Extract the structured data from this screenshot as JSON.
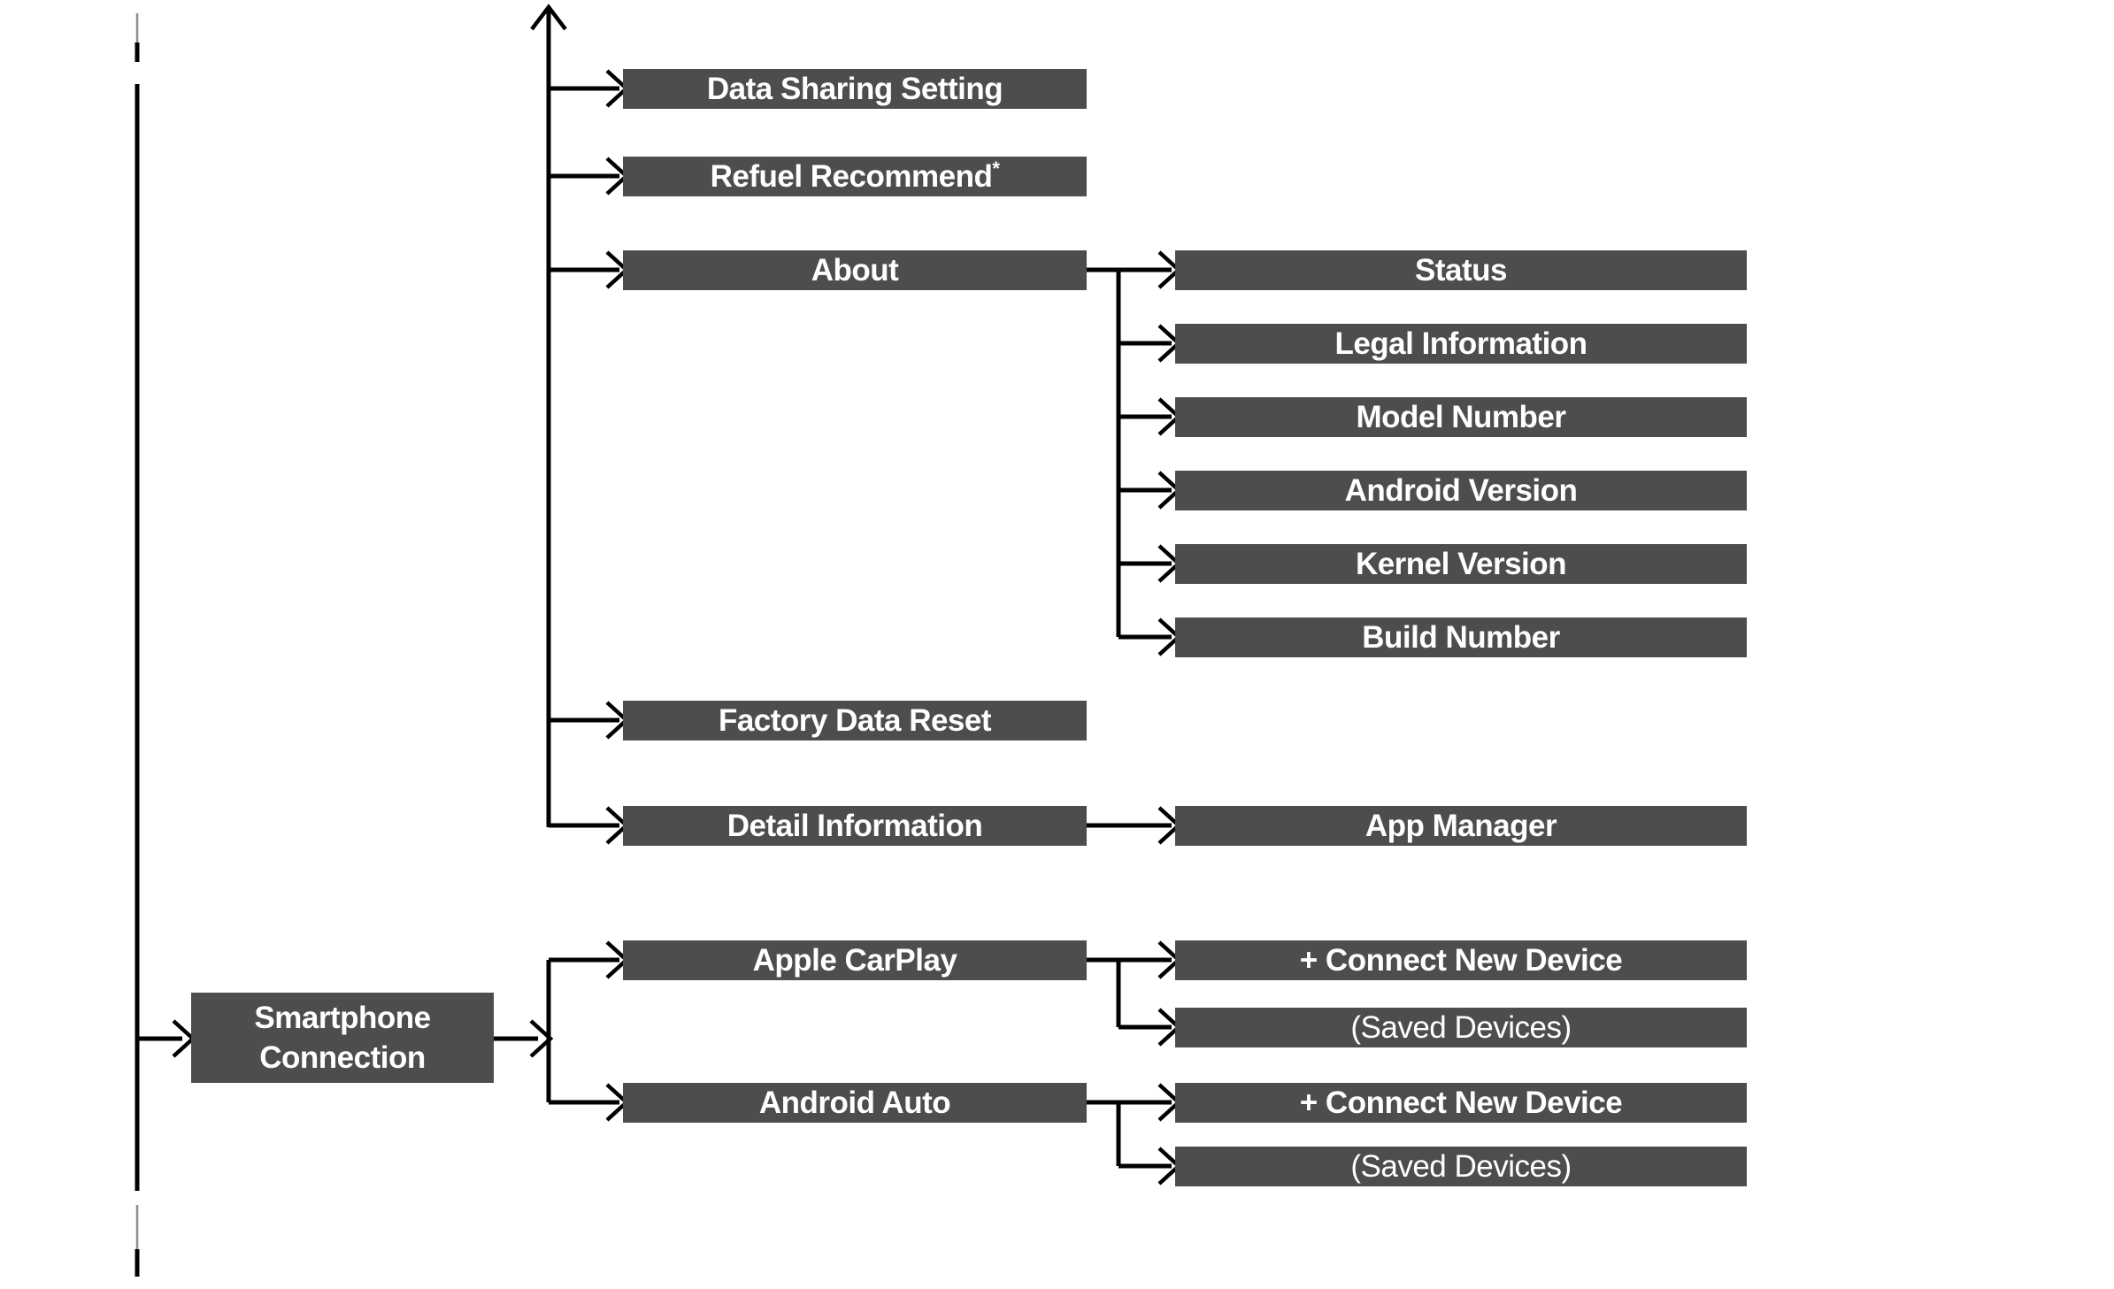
{
  "diagram_title": "Settings menu tree diagram",
  "colors": {
    "box_fill": "#4d4d4f",
    "box_text": "#ffffff",
    "line": "#000000",
    "partial_line": "#8d8d8d"
  },
  "nodes": {
    "data_sharing": "Data Sharing Setting",
    "refuel": "Refuel Recommend",
    "refuel_suffix": "*",
    "about": "About",
    "status": "Status",
    "legal": "Legal Information",
    "model": "Model Number",
    "android_version": "Android Version",
    "kernel": "Kernel Version",
    "build": "Build Number",
    "factory": "Factory Data Reset",
    "detail": "Detail Information",
    "app_manager": "App Manager",
    "smartphone_line1": "Smartphone",
    "smartphone_line2": "Connection",
    "apple_carplay": "Apple CarPlay",
    "carplay_connect": "+ Connect New Device",
    "carplay_saved": "(Saved Devices)",
    "android_auto": "Android Auto",
    "android_auto_connect": "+ Connect New Device",
    "android_auto_saved": "(Saved Devices)"
  }
}
